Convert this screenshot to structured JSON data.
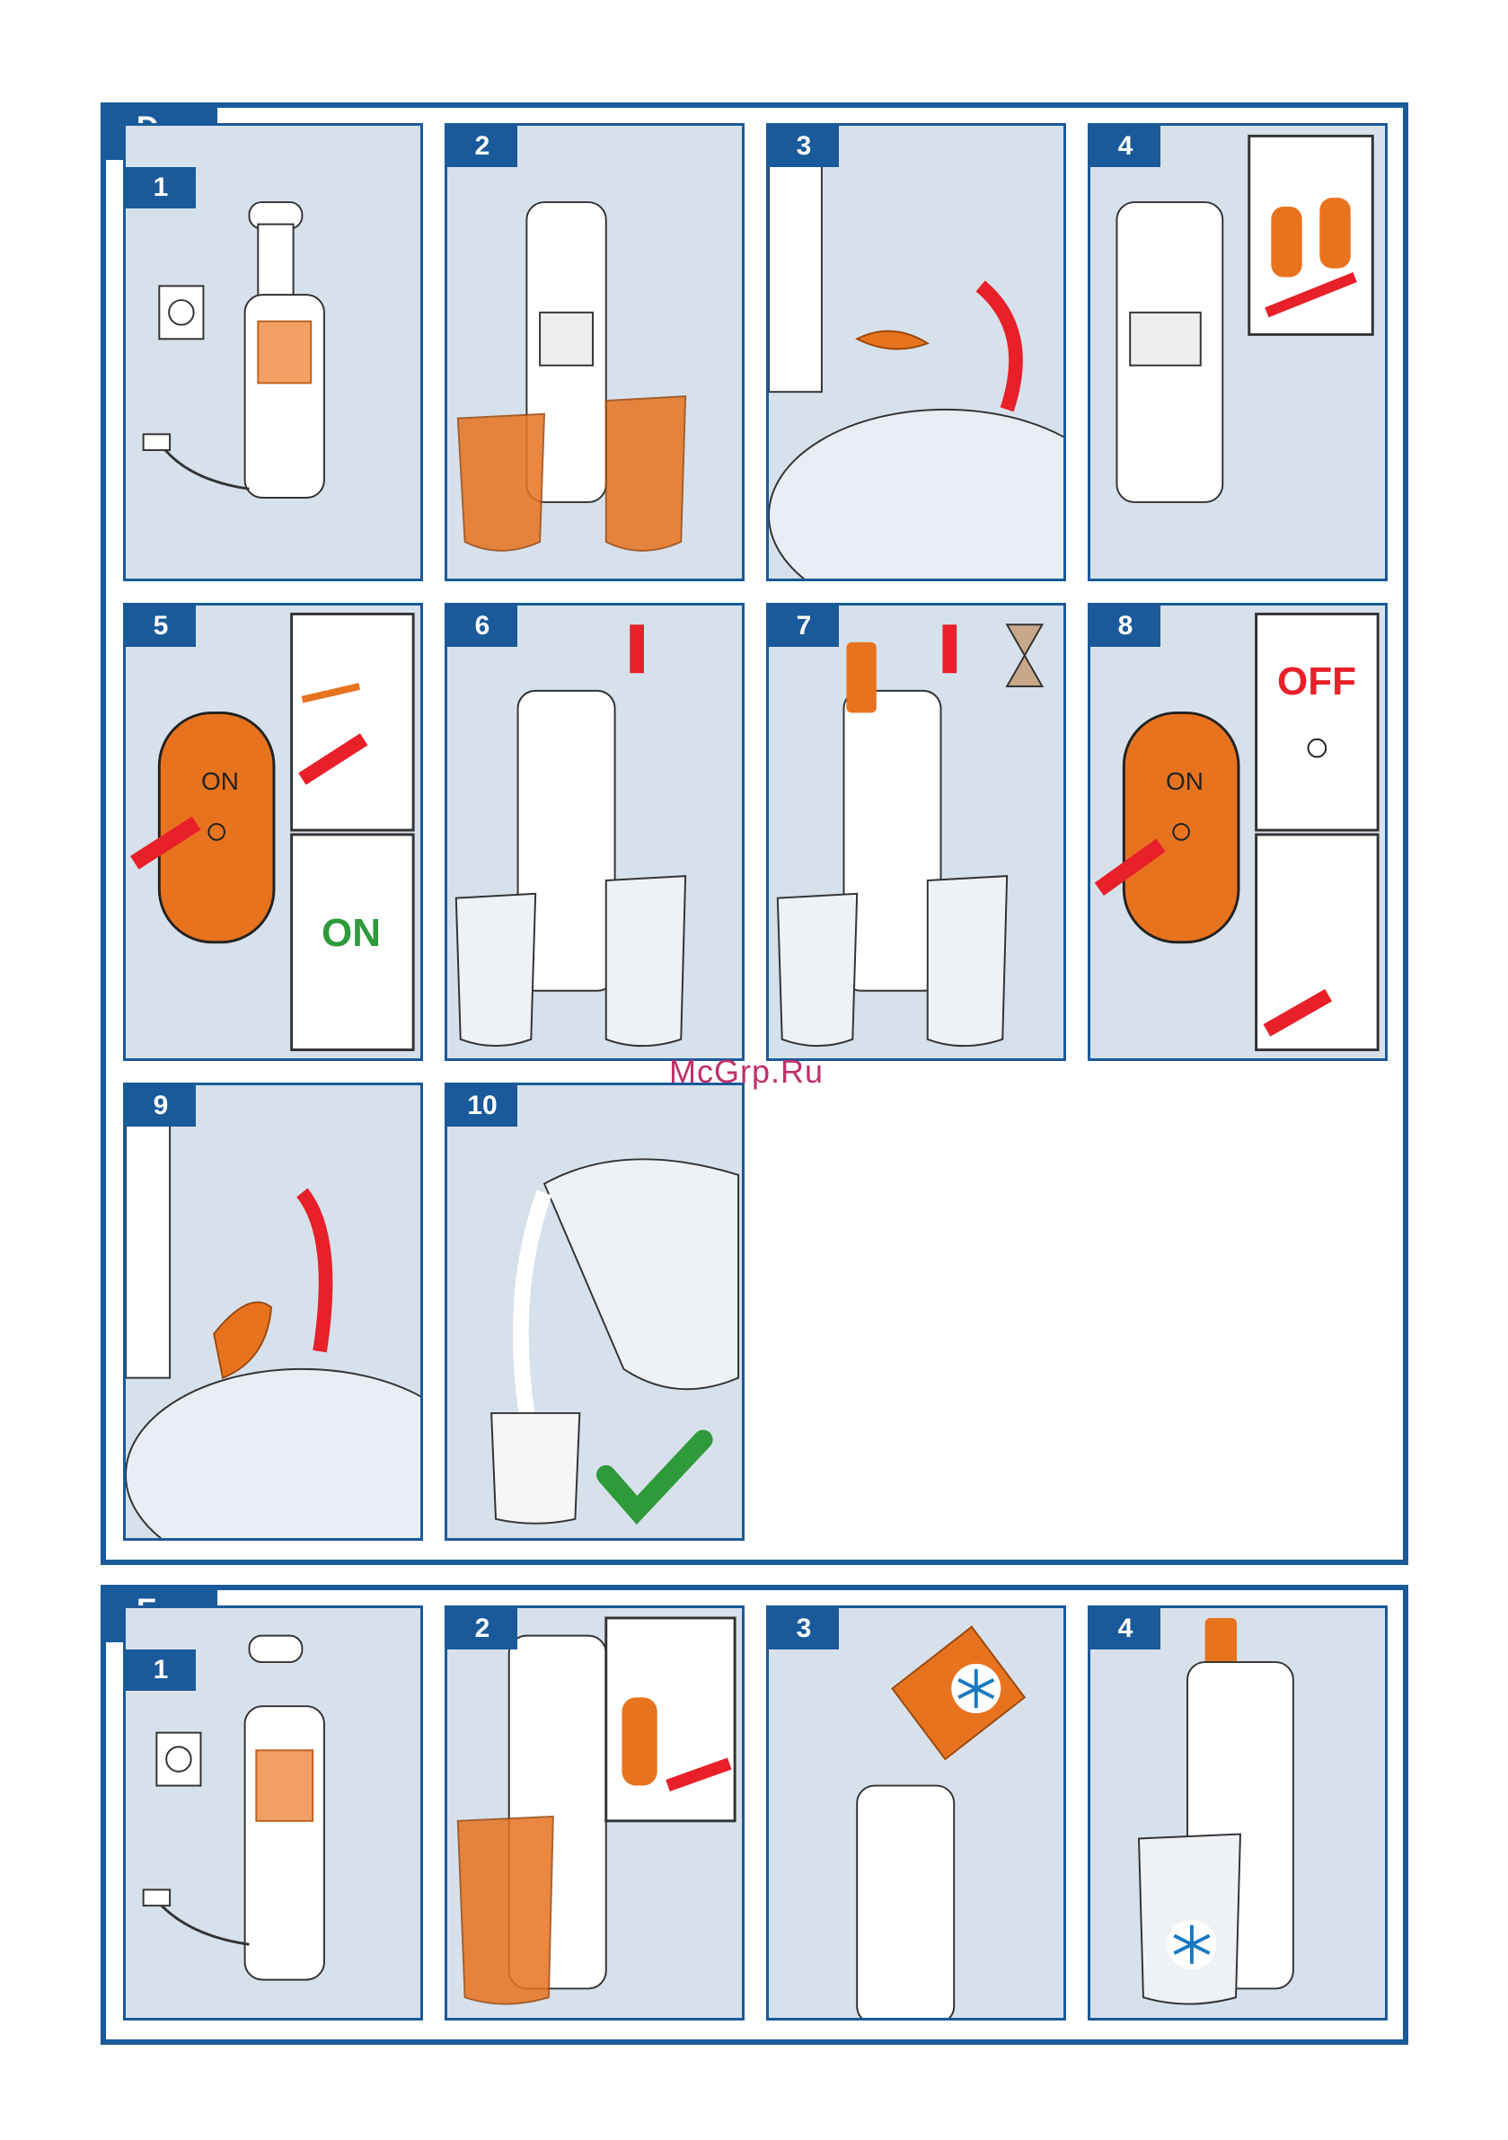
{
  "watermark": "McGrp.Ru",
  "sections": {
    "d": {
      "label": "D"
    },
    "e": {
      "label": "E"
    }
  },
  "steps": {
    "d": [
      "1",
      "2",
      "3",
      "4",
      "5",
      "6",
      "7",
      "8",
      "9",
      "10"
    ],
    "e": [
      "1",
      "2",
      "3",
      "4"
    ]
  },
  "switch": {
    "on": "ON",
    "off": "OFF"
  },
  "colors": {
    "frame": "#1a5a9a",
    "panel": "#d7e1ec",
    "orange": "#e8731e",
    "arrow": "#e8202a",
    "ok": "#2e9a3a"
  },
  "icons": [
    "power-socket-icon",
    "power-plug-icon",
    "hourglass-icon",
    "checkmark-icon",
    "snowflake-icon",
    "arrow-icon"
  ]
}
